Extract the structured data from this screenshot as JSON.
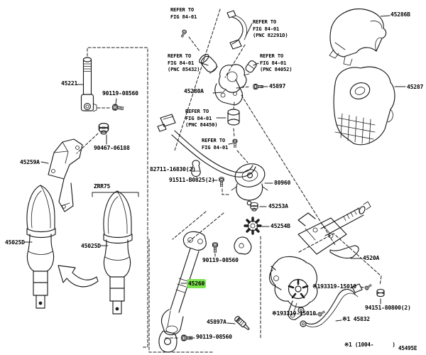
{
  "diagram": {
    "figure_code": "45495E",
    "footnote": "※1 (1004-      )",
    "highlight_color": "#7ce24e",
    "model_code": "ZRR75",
    "refer_notes": {
      "top": "REFER TO\nFIG 84-01",
      "pnc_82291d": "REFER TO\nFIG 84-01\n(PNC 82291D)",
      "pnc_85432": "REFER TO\nFIG 84-01\n(PNC 85432)",
      "pnc_84052": "REFER TO\nFIG 84-01\n(PNC 84052)",
      "pnc_84450": "REFER TO\nFIG 84-01\n(PNC 84450)",
      "mid": "REFER TO\nFIG 84-01"
    },
    "parts": {
      "shaft_45221": "45221",
      "bolt_90119_top": "90119-08560",
      "grommet_90467": "90467-06188",
      "bracket_45259a": "45259A",
      "cover_45025d_left": "45025D",
      "cover_45025d_right": "45025D",
      "cover_45286b": "45286B",
      "cover_45287": "45287",
      "bracket_45280a": "45280A",
      "bolt_45897": "45897",
      "clip_82711": "82711-16830(2)",
      "bolt_91511": "91511-B0825(2)",
      "cable_80960": "80960",
      "grommet_45253a": "45253A",
      "washer_45254b": "45254B",
      "bolt_90119_mid": "90119-08560",
      "shaft_45260": "45260",
      "column_4520a": "4520A",
      "bolt_93319_upper": "※193319-15010",
      "nut_94151": "94151-80800(2)",
      "bolt_93319_lower": "※193319-15010",
      "wire_45832": "※1 45832",
      "sensor_45897a": "45897A",
      "bolt_90119_bottom": "90119-08560"
    }
  }
}
